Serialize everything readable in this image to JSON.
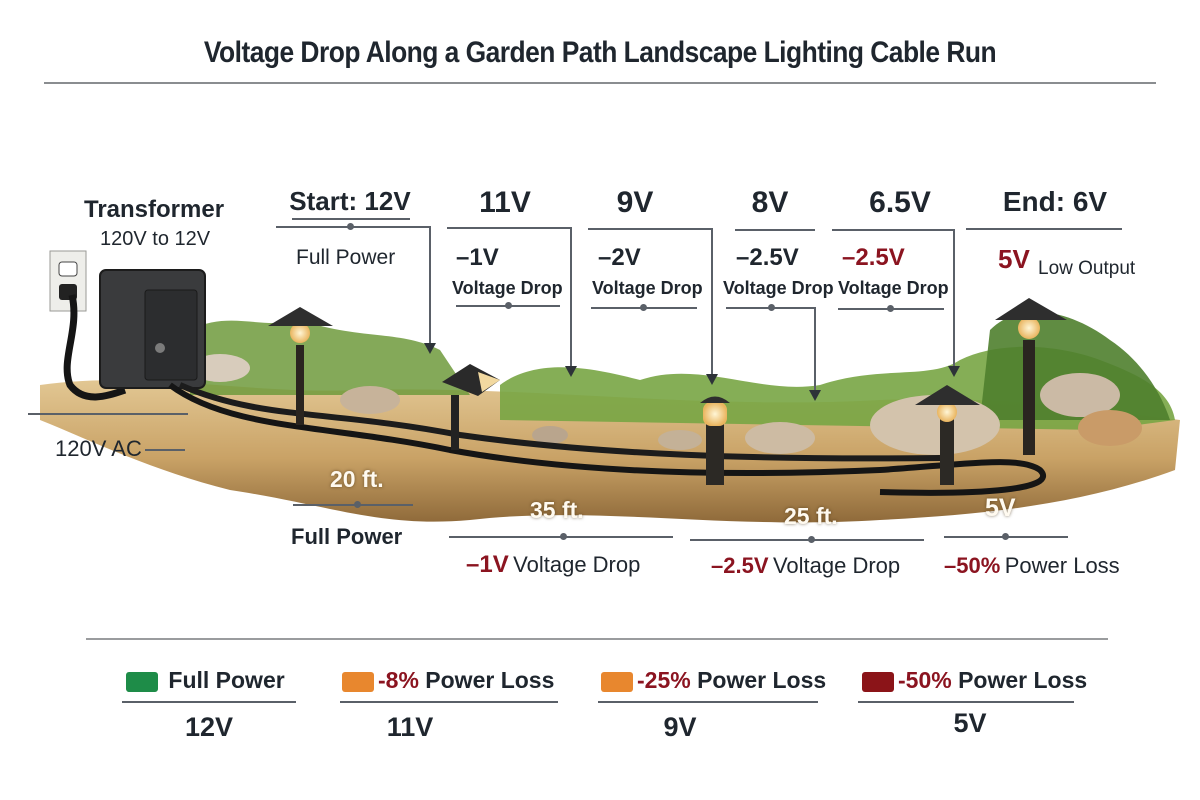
{
  "title": "Voltage Drop Along a Garden Path Landscape Lighting Cable Run",
  "transformer": {
    "label": "Transformer",
    "sublabel": "120V to 12V",
    "input_label": "120V AC"
  },
  "top_markers": [
    {
      "voltage": "Start: 12V",
      "note": "Full Power"
    },
    {
      "voltage": "11V",
      "drop": "–1V",
      "note": "Voltage Drop"
    },
    {
      "voltage": "9V",
      "drop": "–2V",
      "note": "Voltage Drop"
    },
    {
      "voltage": "8V",
      "drop": "–2.5V",
      "note": "Voltage Drop"
    },
    {
      "voltage": "6.5V",
      "drop": "–2.5V",
      "note": "Voltage Drop"
    },
    {
      "voltage": "End: 6V",
      "drop": "5V",
      "note": "Low Output"
    }
  ],
  "segments": [
    {
      "distance": "20 ft.",
      "value": "",
      "note": "Full Power"
    },
    {
      "distance": "35 ft.",
      "value": "–1V",
      "note": "Voltage Drop"
    },
    {
      "distance": "25 ft.",
      "value": "–2.5V",
      "note": "Voltage Drop"
    },
    {
      "distance": "5V",
      "value": "–50%",
      "note": "Power Loss"
    }
  ],
  "legend": [
    {
      "color": "#1e8c48",
      "pct": "",
      "label": "Full Power",
      "voltage": "12V"
    },
    {
      "color": "#e8872e",
      "pct": "-8%",
      "label": "Power Loss",
      "voltage": "11V"
    },
    {
      "color": "#e8872e",
      "pct": "-25%",
      "label": "Power Loss",
      "voltage": "9V"
    },
    {
      "color": "#8b1418",
      "pct": "-50%",
      "label": "Power Loss",
      "voltage": "5V"
    }
  ],
  "colors": {
    "full_power": "#1e8c48",
    "loss_mid": "#e8872e",
    "loss_high": "#8b1418",
    "drop_text": "#8b1420"
  }
}
